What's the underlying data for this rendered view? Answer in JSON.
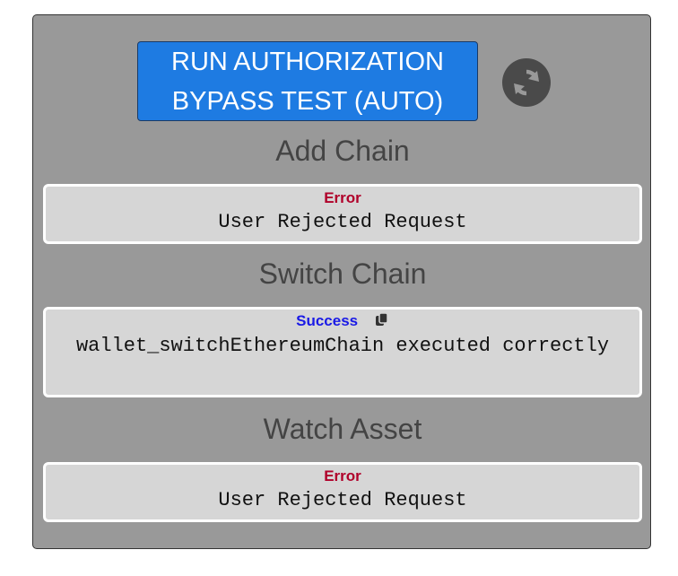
{
  "run_button": {
    "label": "RUN AUTHORIZATION BYPASS TEST (AUTO)"
  },
  "refresh_icon": "refresh-icon",
  "sections": [
    {
      "title": "Add Chain",
      "status": "Error",
      "message": "User Rejected Request"
    },
    {
      "title": "Switch Chain",
      "status": "Success",
      "message": "wallet_switchEthereumChain executed correctly",
      "icon": "copy-icon"
    },
    {
      "title": "Watch Asset",
      "status": "Error",
      "message": "User Rejected Request"
    }
  ],
  "colors": {
    "panel": "#999999",
    "button": "#1e7be2",
    "error": "#b0002a",
    "success": "#1a1ae6"
  }
}
